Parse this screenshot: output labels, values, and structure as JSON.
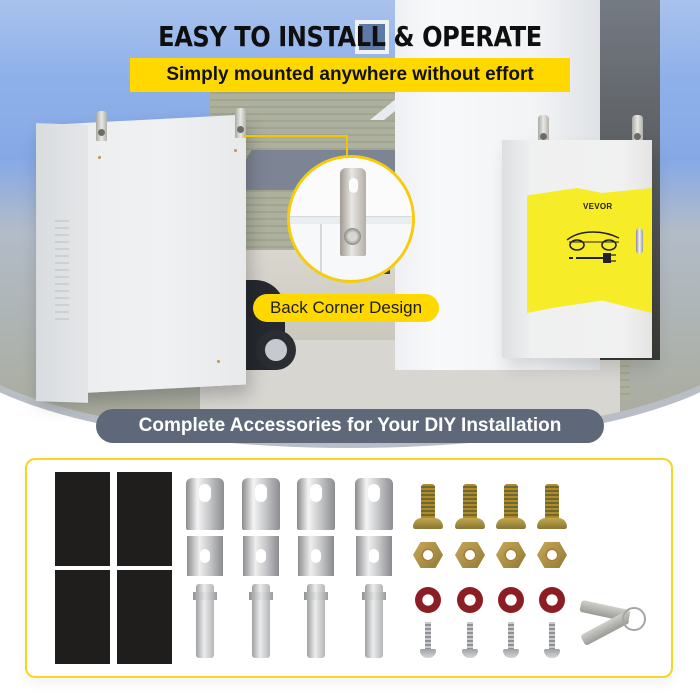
{
  "header": {
    "title": "EASY TO INSTALL & OPERATE",
    "subtitle": "Simply mounted anywhere without effort"
  },
  "hero": {
    "callout_label": "Back Corner Design",
    "right_box_brand": "VEVOR",
    "right_box_icon": "ev-car-charger-icon"
  },
  "accessories": {
    "section_title": "Complete Accessories for Your DIY Installation",
    "items": [
      {
        "name": "adhesive-pad",
        "count": 4,
        "color": "#1f1e1d"
      },
      {
        "name": "mounting-hook-bracket",
        "count": 4
      },
      {
        "name": "expansion-anchor-bolt",
        "count": 4
      },
      {
        "name": "flange-bolt",
        "count": 4,
        "color": "#b08a2e"
      },
      {
        "name": "hex-nut",
        "count": 4,
        "color": "#c9a758"
      },
      {
        "name": "red-washer",
        "count": 4,
        "color": "#8b1d24"
      },
      {
        "name": "self-tapping-screw",
        "count": 4
      },
      {
        "name": "key",
        "count": 2
      }
    ]
  },
  "colors": {
    "accent_yellow": "#ffd800",
    "section_pill_gray": "#5f6879",
    "frame_yellow": "#f6d620",
    "title_black": "#0f0f0f"
  }
}
